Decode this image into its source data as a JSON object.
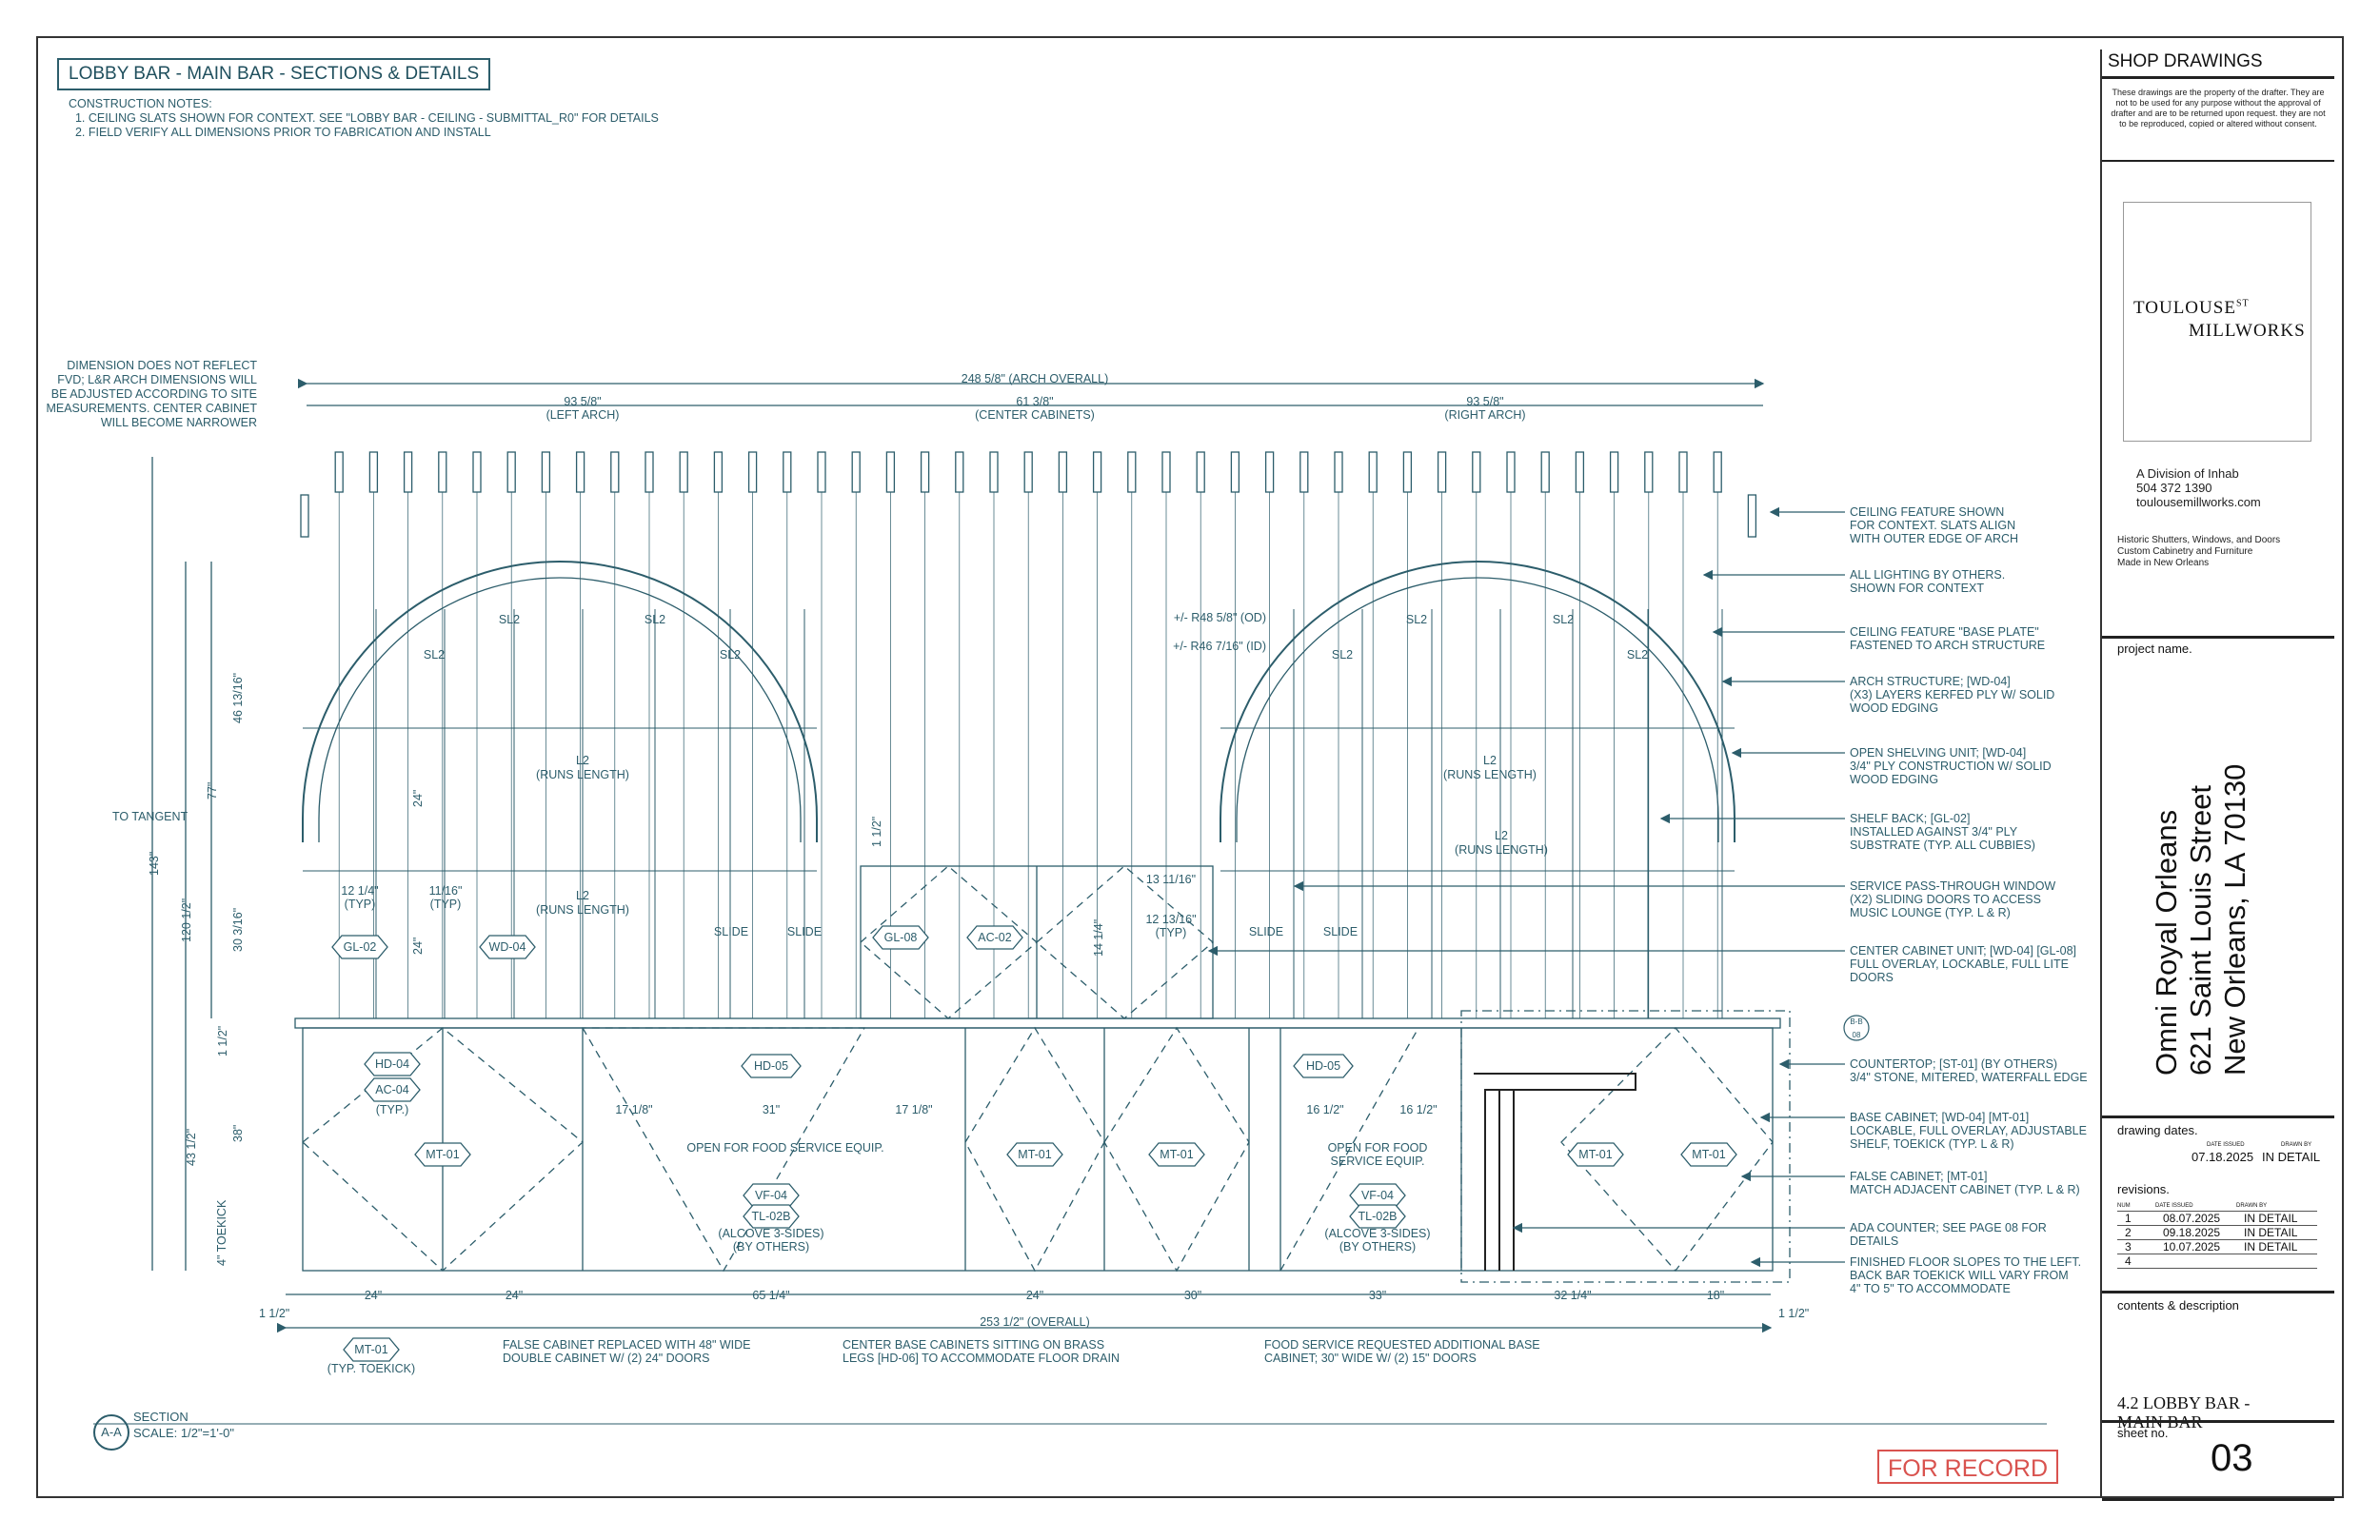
{
  "sheet_title": "LOBBY BAR - MAIN BAR - SECTIONS & DETAILS",
  "construction_notes": {
    "heading": "CONSTRUCTION NOTES:",
    "items": [
      "1. CEILING SLATS SHOWN FOR CONTEXT. SEE \"LOBBY BAR - CEILING - SUBMITTAL_R0\" FOR DETAILS",
      "2. FIELD VERIFY ALL DIMENSIONS PRIOR TO FABRICATION AND INSTALL"
    ]
  },
  "dimension_note": [
    "DIMENSION DOES NOT REFLECT",
    "FVD; L&R ARCH DIMENSIONS WILL",
    "BE ADJUSTED ACCORDING TO SITE",
    "MEASUREMENTS. CENTER CABINET",
    "WILL BECOME NARROWER"
  ],
  "top_dims": {
    "overall": "248 5/8\" (ARCH OVERALL)",
    "left_value": "93 5/8\"",
    "left_label": "(LEFT ARCH)",
    "center_value": "61 3/8\"",
    "center_label": "(CENTER CABINETS)",
    "right_value": "93 5/8\"",
    "right_label": "(RIGHT ARCH)"
  },
  "vertical_dims": {
    "total": "143\"",
    "upper": "120 1/2\"",
    "arch_total": "77\"",
    "arch_top": "46 13/16\"",
    "arch_low": "30 3/16\"",
    "counter": "1 1/2\"",
    "base_total": "43 1/2\"",
    "base": "38\"",
    "toekick": "4\" TOEKICK",
    "to_tangent": "TO TANGENT"
  },
  "arch_labels": {
    "sl2": "SL2",
    "l2": "L2",
    "runs": "(RUNS LENGTH)",
    "slide": "SLIDE",
    "r_od": "+/- R48 5/8\" (OD)",
    "r_id": "+/- R46 7/16\" (ID)"
  },
  "small_dims": {
    "d1": "12 1/4\"",
    "typ": "(TYP)",
    "d2": "11/16\"",
    "d3": "24\"",
    "d4": "1 1/2\"",
    "d5": "13 11/16\"",
    "d6": "12 13/16\"",
    "d7": "14 1/4\"",
    "b1": "17 1/8\"",
    "b2": "31\"",
    "b3": "17 1/8\"",
    "b4": "16 1/2\"",
    "b5": "16 1/2\""
  },
  "tags": {
    "gl02": "GL-02",
    "wd04": "WD-04",
    "gl08": "GL-08",
    "ac02": "AC-02",
    "hd04": "HD-04",
    "ac04": "AC-04",
    "typ_dot": "(TYP.)",
    "hd05": "HD-05",
    "mt01": "MT-01",
    "vf04": "VF-04",
    "tl02b": "TL-02B",
    "bb_top": "B-B",
    "bb_bot": "08"
  },
  "base_labels": {
    "open_food_1": "OPEN FOR FOOD SERVICE EQUIP.",
    "open_food_2a": "OPEN FOR FOOD",
    "open_food_2b": "SERVICE EQUIP.",
    "alcove_a": "(ALCOVE 3-SIDES)",
    "alcove_b": "(BY OTHERS)"
  },
  "bottom_dims": {
    "left": "1 1/2\"",
    "right": "1 1/2\"",
    "overall": "253 1/2\" (OVERALL)",
    "segments": [
      "24\"",
      "24\"",
      "65 1/4\"",
      "24\"",
      "30\"",
      "33\"",
      "32 1/4\"",
      "18\""
    ]
  },
  "bottom_notes": {
    "mt01_typ": "(TYP. TOEKICK)",
    "n1a": "FALSE CABINET REPLACED WITH 48\" WIDE",
    "n1b": "DOUBLE CABINET W/ (2) 24\" DOORS",
    "n2a": "CENTER BASE CABINETS SITTING ON BRASS",
    "n2b": "LEGS [HD-06] TO ACCOMMODATE FLOOR DRAIN",
    "n3a": "FOOD SERVICE REQUESTED ADDITIONAL BASE",
    "n3b": "CABINET; 30\" WIDE W/ (2) 15\" DOORS"
  },
  "right_notes": [
    [
      "CEILING FEATURE SHOWN",
      "FOR CONTEXT. SLATS ALIGN",
      "WITH OUTER EDGE OF ARCH"
    ],
    [
      "ALL LIGHTING BY OTHERS.",
      "SHOWN FOR CONTEXT"
    ],
    [
      "CEILING FEATURE \"BASE PLATE\"",
      "FASTENED TO ARCH STRUCTURE"
    ],
    [
      "ARCH STRUCTURE; [WD-04]",
      "(X3) LAYERS KERFED PLY W/ SOLID",
      "WOOD EDGING"
    ],
    [
      "OPEN SHELVING UNIT; [WD-04]",
      "3/4\" PLY CONSTRUCTION W/ SOLID",
      "WOOD EDGING"
    ],
    [
      "SHELF BACK; [GL-02]",
      "INSTALLED AGAINST 3/4\" PLY",
      "SUBSTRATE (TYP. ALL CUBBIES)"
    ],
    [
      "SERVICE PASS-THROUGH WINDOW",
      "(X2) SLIDING DOORS TO ACCESS",
      "MUSIC LOUNGE (TYP. L & R)"
    ],
    [
      "CENTER CABINET UNIT; [WD-04] [GL-08]",
      "FULL OVERLAY, LOCKABLE, FULL LITE",
      "DOORS"
    ],
    [
      "COUNTERTOP; [ST-01] (BY OTHERS)",
      "3/4\" STONE, MITERED, WATERFALL EDGE"
    ],
    [
      "BASE CABINET; [WD-04] [MT-01]",
      "LOCKABLE, FULL OVERLAY, ADJUSTABLE",
      "SHELF, TOEKICK (TYP. L & R)"
    ],
    [
      "FALSE CABINET; [MT-01]",
      "MATCH ADJACENT CABINET (TYP. L & R)"
    ],
    [
      "ADA COUNTER; SEE PAGE 08 FOR",
      "DETAILS"
    ],
    [
      "FINISHED FLOOR SLOPES TO THE LEFT.",
      "BACK BAR TOEKICK WILL VARY FROM",
      "4\" TO 5\" TO ACCOMMODATE"
    ]
  ],
  "section_tag": {
    "bubble": "A-A",
    "label": "SECTION",
    "scale": "SCALE: 1/2\"=1'-0\""
  },
  "stamp": "FOR RECORD",
  "title_block": {
    "header": "SHOP DRAWINGS",
    "disclaimer": "These drawings are the property of the drafter. They are not to be used for any purpose without the approval of drafter and are to be returned upon request. they are not to be reproduced, copied or altered without consent.",
    "logo_line1": "TOULOUSE",
    "logo_sup": "ST",
    "logo_line2": "MILLWORKS",
    "company": [
      "A Division of Inhab",
      "504 372 1390",
      "toulousemillworks.com"
    ],
    "services": [
      "Historic Shutters, Windows, and Doors",
      "Custom Cabinetry and Furniture",
      "Made in New Orleans"
    ],
    "project_label": "project name.",
    "project": [
      "Omni Royal Orleans",
      "621 Saint Louis Street",
      "New Orleans, LA 70130"
    ],
    "dates_label": "drawing dates.",
    "date_issued_hdr": "DATE ISSUED",
    "drawn_by_hdr": "DRAWN BY",
    "date_issued": "07.18.2025",
    "drawn_by": "IN DETAIL",
    "revisions_label": "revisions.",
    "rev_headers": [
      "NUM",
      "DATE ISSUED",
      "DRAWN BY"
    ],
    "revisions": [
      [
        "1",
        "08.07.2025",
        "IN DETAIL"
      ],
      [
        "2",
        "09.18.2025",
        "IN DETAIL"
      ],
      [
        "3",
        "10.07.2025",
        "IN DETAIL"
      ],
      [
        "4",
        "",
        ""
      ]
    ],
    "contents_label": "contents & description",
    "contents": [
      "4.2 LOBBY BAR -",
      "MAIN BAR"
    ],
    "sheet_label": "sheet no.",
    "sheet_no": "03"
  }
}
